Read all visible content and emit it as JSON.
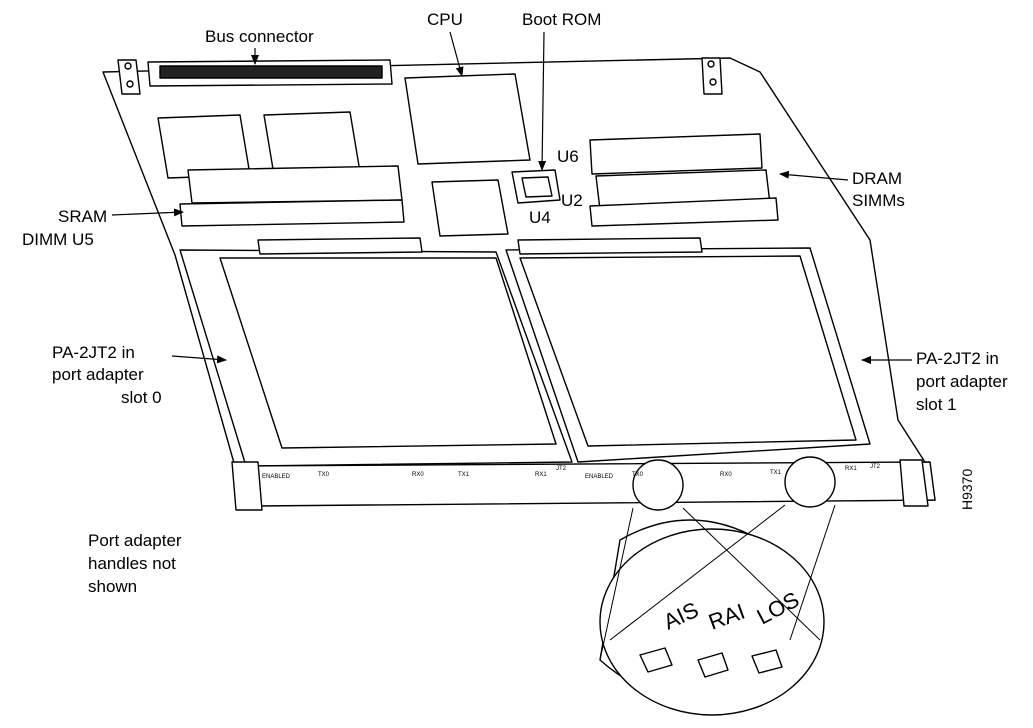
{
  "labels": {
    "bus_connector": "Bus connector",
    "cpu": "CPU",
    "boot_rom": "Boot ROM",
    "u6": "U6",
    "u2": "U2",
    "u4": "U4",
    "dram_line1": "DRAM",
    "dram_line2": "SIMMs",
    "sram_line1": "SRAM",
    "sram_line2": "DIMM U5",
    "pa_slot0_line1": "PA-2JT2 in",
    "pa_slot0_line2": "port adapter",
    "pa_slot0_line3": "slot 0",
    "pa_slot1_line1": "PA-2JT2 in",
    "pa_slot1_line2": "port adapter",
    "pa_slot1_line3": "slot 1",
    "handles_line1": "Port adapter",
    "handles_line2": "handles not",
    "handles_line3": "shown",
    "figure_id": "H9370"
  },
  "zoom_leds": [
    "AIS",
    "RAI",
    "LOS"
  ],
  "faceplate": {
    "enabled": "ENABLED",
    "tx0": "TX0",
    "rx0": "RX0",
    "tx1": "TX1",
    "rx1": "RX1",
    "ais": "AIS",
    "rai": "RAI",
    "los": "LOS",
    "model": "JT2"
  }
}
